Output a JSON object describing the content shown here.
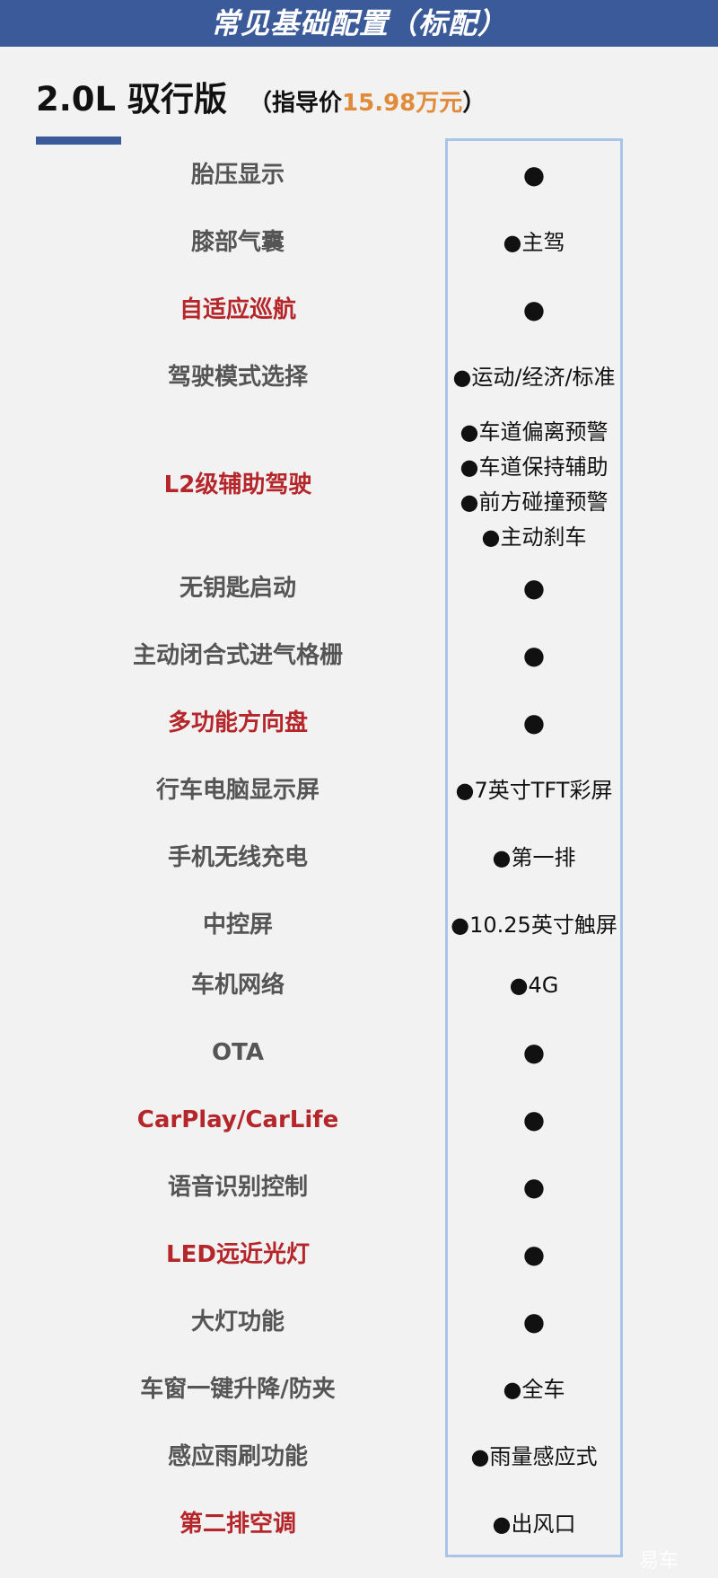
{
  "banner": {
    "title": "常见基础配置（标配）"
  },
  "header": {
    "model": "2.0L 驭行版",
    "price_prefix": "（指导价",
    "price_value": "15.98万元",
    "price_suffix": "）"
  },
  "colors": {
    "accent_blue": "#3a5a99",
    "highlight_red": "#b5262b",
    "price_orange": "#e08a3a",
    "frame_blue": "#a9c4e6"
  },
  "rows": [
    {
      "label": "胎压显示",
      "highlight": false,
      "value": "●"
    },
    {
      "label": "膝部气囊",
      "highlight": false,
      "value": "●主驾"
    },
    {
      "label": "自适应巡航",
      "highlight": true,
      "value": "●"
    },
    {
      "label": "驾驶模式选择",
      "highlight": false,
      "value": "●运动/经济/标准"
    },
    {
      "label": "L2级辅助驾驶",
      "highlight": true,
      "values": [
        "●车道偏离预警",
        "●车道保持辅助",
        "●前方碰撞预警",
        "●主动刹车"
      ]
    },
    {
      "label": "无钥匙启动",
      "highlight": false,
      "value": "●"
    },
    {
      "label": "主动闭合式进气格栅",
      "highlight": false,
      "value": "●"
    },
    {
      "label": "多功能方向盘",
      "highlight": true,
      "value": "●"
    },
    {
      "label": "行车电脑显示屏",
      "highlight": false,
      "value": "●7英寸TFT彩屏"
    },
    {
      "label": "手机无线充电",
      "highlight": false,
      "value": "●第一排"
    },
    {
      "label": "中控屏",
      "highlight": false,
      "value": "●10.25英寸触屏"
    },
    {
      "label": "车机网络",
      "highlight": false,
      "value": "●4G"
    },
    {
      "label": "OTA",
      "highlight": false,
      "value": "●"
    },
    {
      "label": "CarPlay/CarLife",
      "highlight": true,
      "value": "●"
    },
    {
      "label": "语音识别控制",
      "highlight": false,
      "value": "●"
    },
    {
      "label": "LED远近光灯",
      "highlight": true,
      "value": "●"
    },
    {
      "label": "大灯功能",
      "highlight": false,
      "value": "●"
    },
    {
      "label": "车窗一键升降/防夹",
      "highlight": false,
      "value": "●全车"
    },
    {
      "label": "感应雨刷功能",
      "highlight": false,
      "value": "●雨量感应式"
    },
    {
      "label": "第二排空调",
      "highlight": true,
      "value": "●出风口"
    }
  ],
  "watermark": "易车"
}
